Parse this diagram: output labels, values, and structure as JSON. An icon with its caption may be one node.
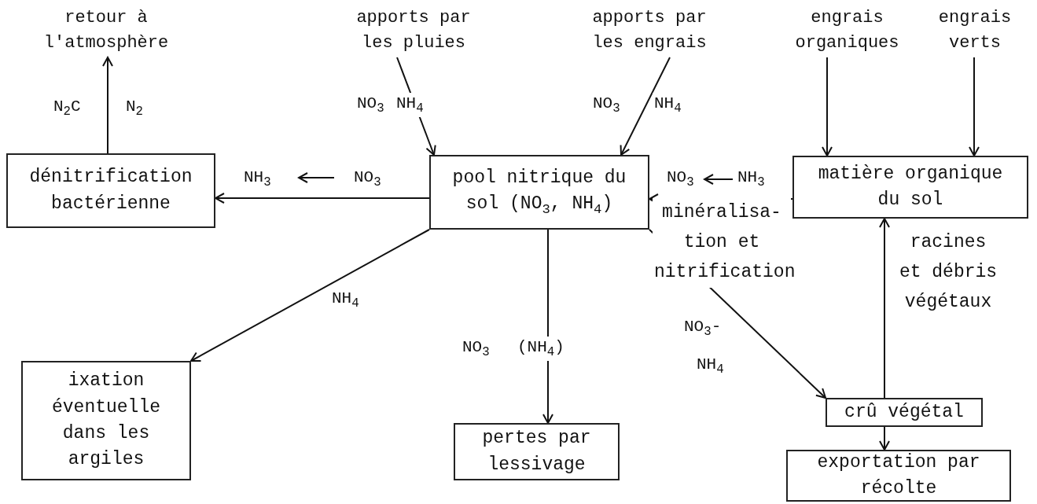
{
  "diagram": {
    "nodes": [
      {
        "text": [
          "retour à l'atmosphère"
        ]
      },
      {
        "text": [
          "apports par les pluies"
        ]
      },
      {
        "text": [
          "apports par les engrais"
        ]
      },
      {
        "text": [
          "engrais organiques"
        ]
      },
      {
        "text": [
          "engrais verts"
        ]
      },
      {
        "text": [
          "dénitrification bactérienne"
        ]
      },
      {
        "text": [
          "pool nitrique du sol (NO$_{3}$, NH$_{4}$)"
        ]
      },
      {
        "text": [
          "matière organique du sol"
        ]
      },
      {
        "text": [
          "ixation éventuelle dans les argiles"
        ]
      },
      {
        "text": [
          "pertes par lessivage"
        ]
      },
      {
        "text": [
          "crû végétal"
        ]
      },
      {
        "text": [
          "exportation par récolte"
        ]
      }
    ],
    "edges": [
      {
        "from": 5,
        "to": 0,
        "arrow": "to"
      },
      {
        "from": 1,
        "to": 6,
        "arrow": "to"
      },
      {
        "from": 2,
        "to": 6,
        "arrow": "to"
      },
      {
        "from": 3,
        "to": 7,
        "arrow": "to"
      },
      {
        "from": 4,
        "to": 7,
        "arrow": "to"
      },
      {
        "from": 6,
        "to": 5,
        "arrow": "to"
      },
      {
        "from": 7,
        "to": 6,
        "arrow": "to"
      },
      {
        "from": 6,
        "to": 8,
        "arrow": "to"
      },
      {
        "from": 6,
        "to": 9,
        "arrow": "to"
      },
      {
        "from": 6,
        "to": 10,
        "arrow": "to"
      },
      {
        "from": 10,
        "to": 7,
        "arrow": "to"
      },
      {
        "from": 10,
        "to": 11,
        "arrow": "to"
      }
    ],
    "labels": [
      "N$_{2}$C",
      "N$_{2}$",
      "NO$_{3}$",
      "NH$_{4}$",
      "NO$_{3}$",
      "NH$_{4}$",
      "NH$_{3}$",
      "NO$_{3}$",
      "NO$_{3}$",
      "NH$_{3}$",
      "minéralisa- tion et nitrification",
      "racines et débris végétaux",
      "NH$_{4}$",
      "NO$_{3}$-",
      "NH$_{4}$",
      "NO$_{3}$",
      "(NH$_{4}$)"
    ]
  }
}
